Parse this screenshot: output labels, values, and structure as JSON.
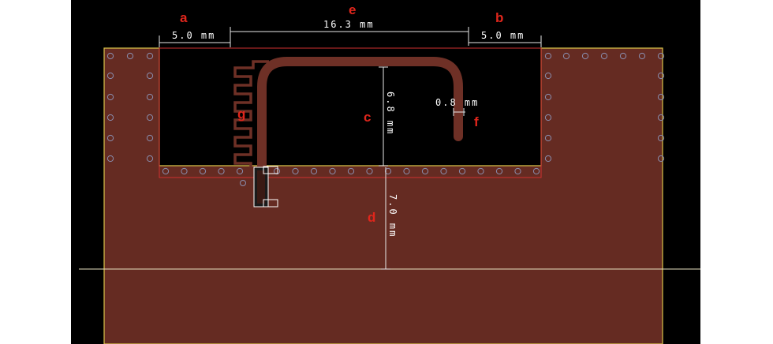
{
  "colors": {
    "background": "#000000",
    "page": "#ffffff",
    "copper": "#652b22",
    "trace": "#6e3026",
    "outline": "#d8c24a",
    "keepout": "#d03030",
    "dimension": "#e8e8e8",
    "via": "#8a8fb0",
    "label": "#e0261c"
  },
  "dimensions": {
    "a": {
      "label": "a",
      "value": "5.0 mm"
    },
    "e": {
      "label": "e",
      "value": "16.3 mm"
    },
    "b": {
      "label": "b",
      "value": "5.0 mm"
    },
    "c": {
      "label": "c",
      "value": "6.8 mm"
    },
    "d": {
      "label": "d",
      "value": "7.0 mm"
    },
    "f": {
      "label": "f",
      "value": "0.8 mm"
    },
    "g": {
      "label": "g"
    }
  }
}
